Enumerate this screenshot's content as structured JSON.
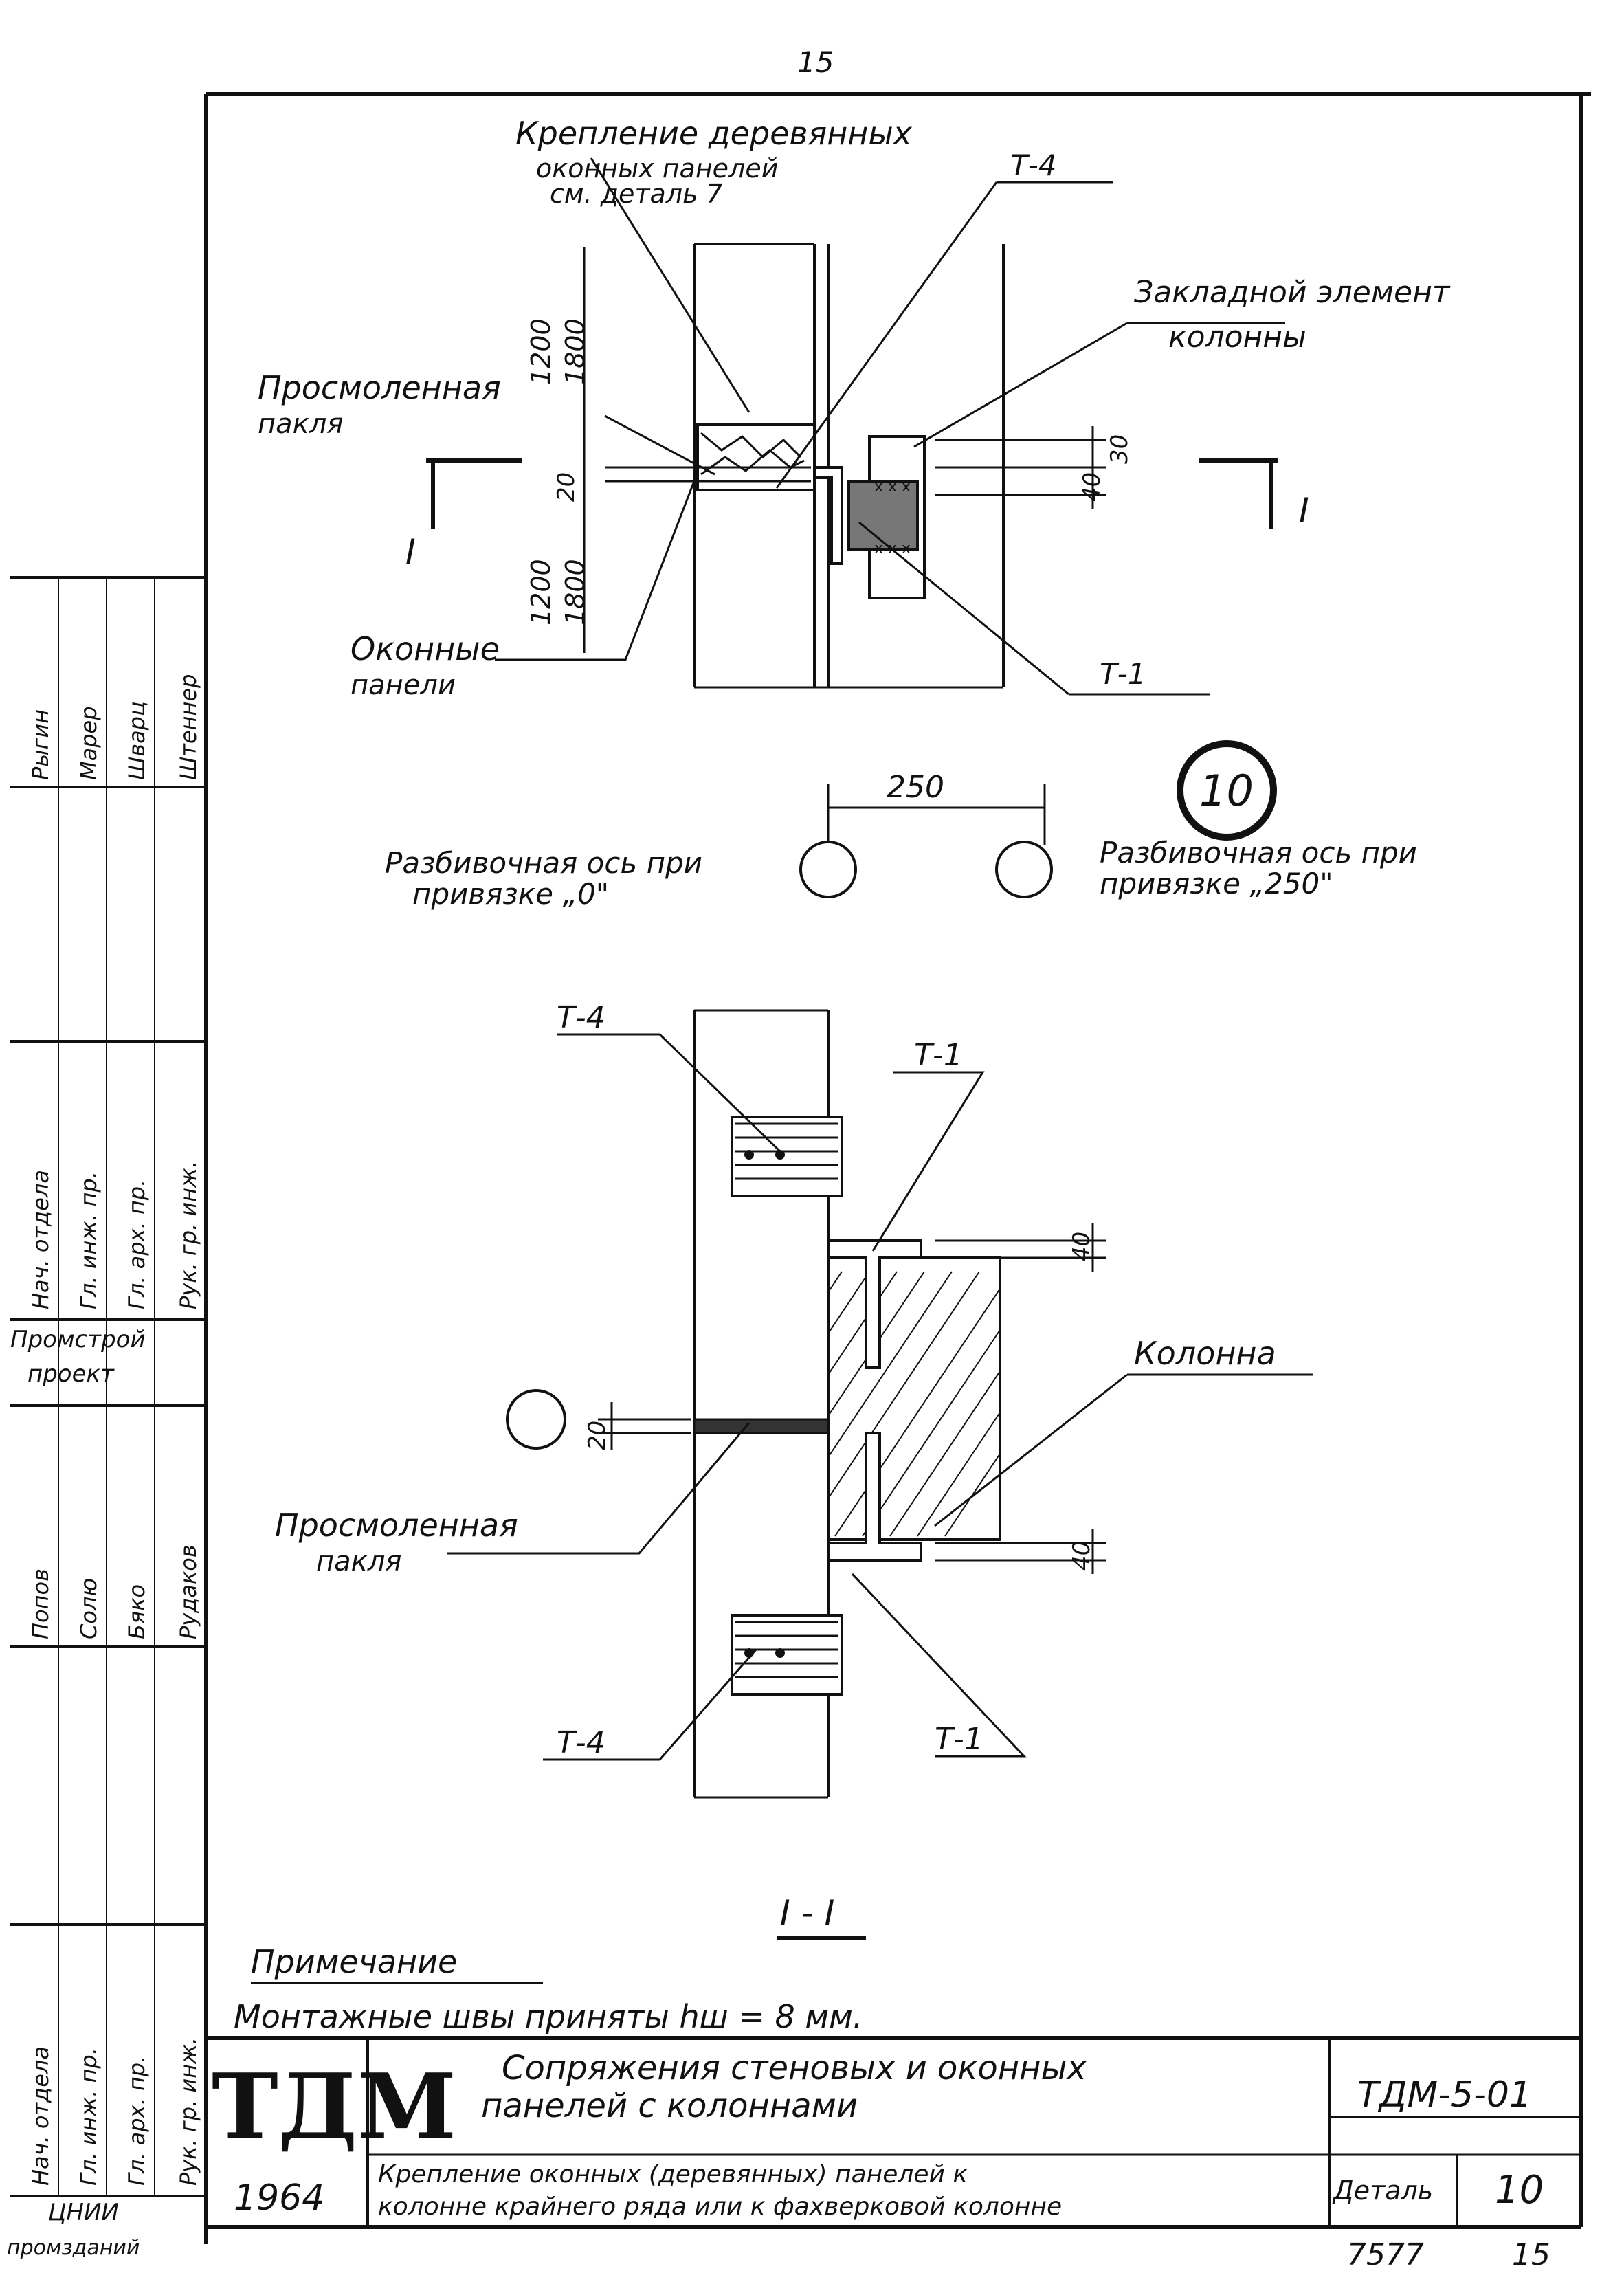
{
  "sheet": {
    "page_number_top": "15",
    "page_number_bottom": "15",
    "archive_number": "7577"
  },
  "plan": {
    "leader_fastening": "Крепление деревянных",
    "leader_fastening_2": "оконных панелей",
    "leader_fastening_3": "см. деталь 7",
    "t4": "Т-4",
    "embedded": "Закладной элемент",
    "embedded_2": "колонны",
    "tarred_tow": "Просмоленная",
    "tarred_tow_2": "пакля",
    "window_panels": "Оконные",
    "window_panels_2": "панели",
    "t1": "Т-1",
    "dim_1200_top": "1200",
    "dim_1800_top": "1800",
    "dim_1200_bot": "1200",
    "dim_1800_bot": "1800",
    "dim_20": "20",
    "dim_30": "30",
    "dim_40": "40",
    "dim_250": "250",
    "section_mark": "I",
    "section_mark_right": "I",
    "detail_number": "10",
    "axis_left_1": "Разбивочная ось при",
    "axis_left_2": "привязке „0\"",
    "axis_right_1": "Разбивочная ось при",
    "axis_right_2": "привязке „250\""
  },
  "section": {
    "t4_top": "Т-4",
    "t1_top": "Т-1",
    "column": "Колонна",
    "tarred_tow": "Просмоленная",
    "tarred_tow_2": "пакля",
    "dim_40_top": "40",
    "dim_40_bot": "40",
    "dim_20": "20",
    "t4_bot": "Т-4",
    "t1_bot": "Т-1",
    "title": "I - I"
  },
  "note": {
    "heading": "Примечание",
    "text": "Монтажные швы приняты hш = 8 мм."
  },
  "side_stamp": {
    "group1_roles": [
      "Нач. отдела",
      "Гл. инж. пр.",
      "Гл. арх. пр.",
      "Рук. гр. инж."
    ],
    "group1_names": [
      "Рыгин",
      "Марер",
      "Шварц",
      "Штеннер"
    ],
    "org1": "Промстрой",
    "org1_2": "проект",
    "group2_roles": [
      "Нач. отдела",
      "Гл. инж. пр.",
      "Гл. арх. пр.",
      "Рук. гр. инж."
    ],
    "group2_names": [
      "Попов",
      "Солю",
      "Бяко",
      "Рудаков"
    ],
    "org2": "ЦНИИ",
    "org2_2": "промзданий"
  },
  "title_block": {
    "logo": "ТДМ",
    "year": "1964",
    "title_1": "Сопряжения стеновых и оконных",
    "title_2": "панелей с колоннами",
    "subtitle_1": "Крепление оконных (деревянных) панелей к",
    "subtitle_2": "колонне крайнего ряда или к фахверковой колонне",
    "code": "ТДМ-5-01",
    "detail_label": "Деталь",
    "detail_number": "10"
  }
}
